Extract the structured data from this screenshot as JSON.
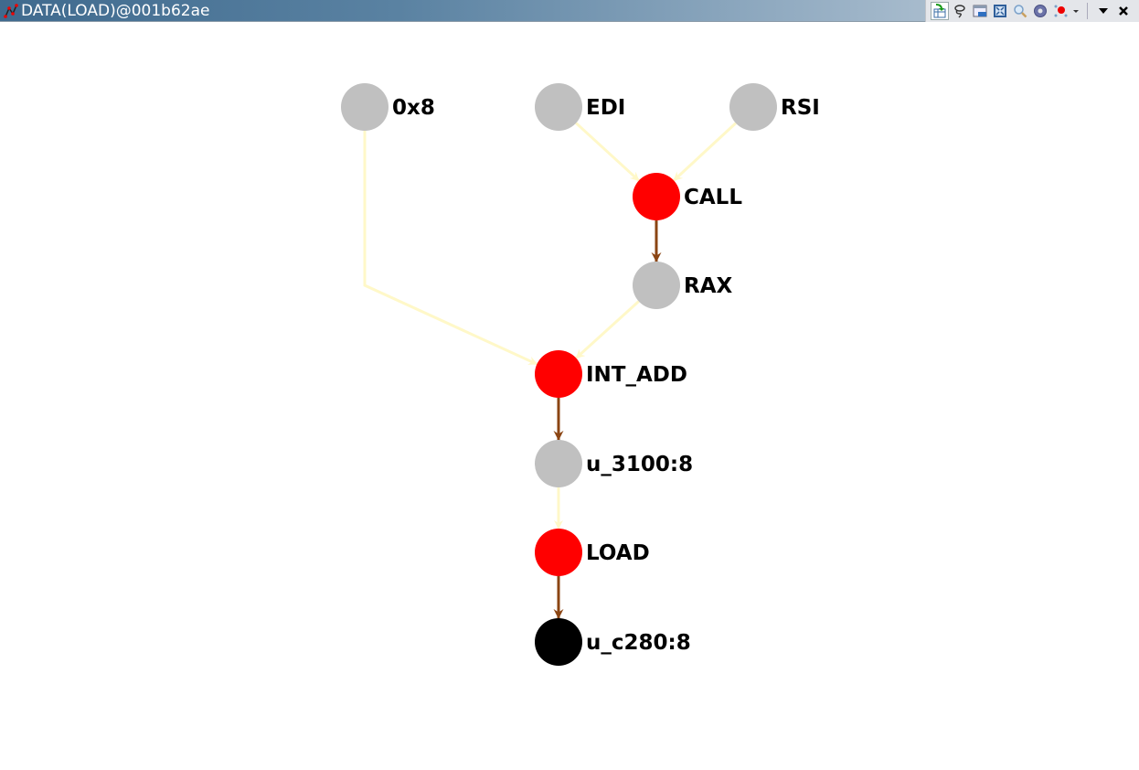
{
  "window": {
    "title": "DATA(LOAD)@001b62ae",
    "toolbar": [
      {
        "name": "export-graph-icon",
        "label": "Export"
      },
      {
        "name": "lasso-icon",
        "label": "Lasso"
      },
      {
        "name": "satellite-view-icon",
        "label": "Satellite"
      },
      {
        "name": "fit-to-window-icon",
        "label": "Fit"
      },
      {
        "name": "zoom-icon",
        "label": "Zoom"
      },
      {
        "name": "settings-icon",
        "label": "Settings"
      },
      {
        "name": "layout-icon",
        "label": "Layout"
      }
    ]
  },
  "colors": {
    "operation": "#ff0000",
    "varnode": "#c0c0c0",
    "result": "#000000",
    "input_edge": "#fff8c8",
    "output_edge": "#8b4513"
  },
  "graph": {
    "nodes": [
      {
        "id": "n_0x8",
        "label": "0x8",
        "kind": "varnode"
      },
      {
        "id": "n_edi",
        "label": "EDI",
        "kind": "varnode"
      },
      {
        "id": "n_rsi",
        "label": "RSI",
        "kind": "varnode"
      },
      {
        "id": "n_call",
        "label": "CALL",
        "kind": "operation"
      },
      {
        "id": "n_rax",
        "label": "RAX",
        "kind": "varnode"
      },
      {
        "id": "n_intadd",
        "label": "INT_ADD",
        "kind": "operation"
      },
      {
        "id": "n_u3100",
        "label": "u_3100:8",
        "kind": "varnode"
      },
      {
        "id": "n_load",
        "label": "LOAD",
        "kind": "operation"
      },
      {
        "id": "n_uc280",
        "label": "u_c280:8",
        "kind": "result"
      }
    ],
    "edges": [
      {
        "from": "n_edi",
        "to": "n_call",
        "kind": "input"
      },
      {
        "from": "n_rsi",
        "to": "n_call",
        "kind": "input"
      },
      {
        "from": "n_call",
        "to": "n_rax",
        "kind": "output"
      },
      {
        "from": "n_0x8",
        "to": "n_intadd",
        "kind": "input"
      },
      {
        "from": "n_rax",
        "to": "n_intadd",
        "kind": "input"
      },
      {
        "from": "n_intadd",
        "to": "n_u3100",
        "kind": "output"
      },
      {
        "from": "n_u3100",
        "to": "n_load",
        "kind": "input"
      },
      {
        "from": "n_load",
        "to": "n_uc280",
        "kind": "output"
      }
    ]
  }
}
